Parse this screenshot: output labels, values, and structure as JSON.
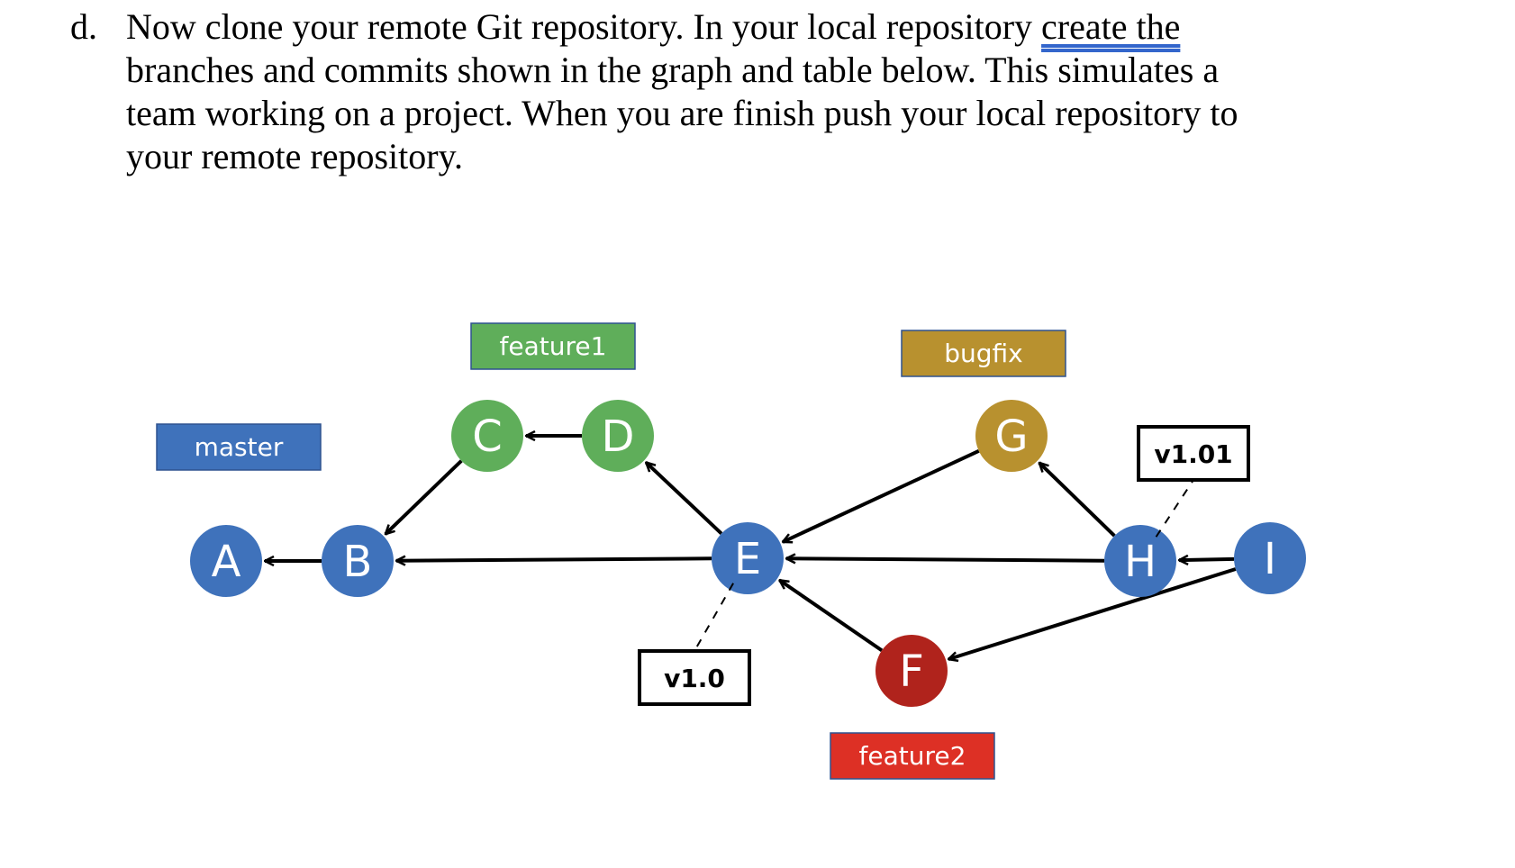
{
  "instruction": {
    "marker": "d.",
    "lines": [
      {
        "text": "Now clone your remote Git repository. In your local repository ",
        "underlined": "create the"
      },
      {
        "text": "branches and commits shown in the graph and table below. This simulates a"
      },
      {
        "text": "team working on a project. When you are finish push your local repository to"
      },
      {
        "text": "your remote repository."
      }
    ]
  },
  "graph": {
    "commits": [
      {
        "id": "A",
        "color": "#3f72bb"
      },
      {
        "id": "B",
        "color": "#3f72bb"
      },
      {
        "id": "C",
        "color": "#5fae5a"
      },
      {
        "id": "D",
        "color": "#5fae5a"
      },
      {
        "id": "E",
        "color": "#3f72bb"
      },
      {
        "id": "F",
        "color": "#b0231c"
      },
      {
        "id": "G",
        "color": "#b8912f"
      },
      {
        "id": "H",
        "color": "#3f72bb"
      },
      {
        "id": "I",
        "color": "#3f72bb"
      }
    ],
    "parents": [
      [
        "B",
        "A"
      ],
      [
        "C",
        "B"
      ],
      [
        "D",
        "C"
      ],
      [
        "E",
        "D"
      ],
      [
        "E",
        "B"
      ],
      [
        "G",
        "E"
      ],
      [
        "H",
        "E"
      ],
      [
        "H",
        "G"
      ],
      [
        "F",
        "E"
      ],
      [
        "I",
        "H"
      ],
      [
        "I",
        "F"
      ]
    ],
    "branches": [
      {
        "name": "master",
        "color": "#3f72bb"
      },
      {
        "name": "feature1",
        "color": "#5fae5a"
      },
      {
        "name": "bugfix",
        "color": "#b8912f"
      },
      {
        "name": "feature2",
        "color": "#dd3025"
      }
    ],
    "tags": [
      {
        "name": "v1.0",
        "commit": "E"
      },
      {
        "name": "v1.01",
        "commit": "H"
      }
    ]
  }
}
